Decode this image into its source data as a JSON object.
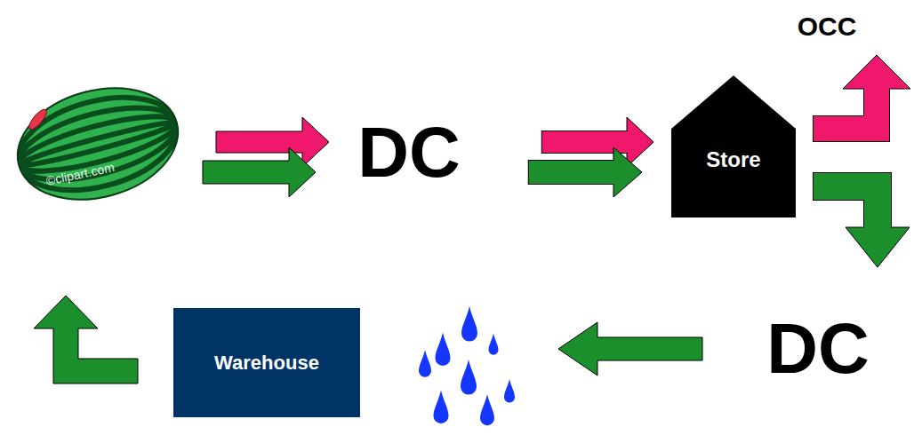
{
  "diagram": {
    "nodes": [
      {
        "text": [
          "DC"
        ]
      },
      {
        "text": [
          "Store"
        ]
      },
      {
        "text": [
          "OCC"
        ]
      },
      {
        "text": [
          "DC"
        ]
      },
      {
        "text": [
          "Warehouse"
        ]
      }
    ],
    "edges": [
      {
        "from": 0,
        "to": 1,
        "arrow": "to"
      },
      {
        "from": 0,
        "to": 1,
        "arrow": "to"
      },
      {
        "from": 1,
        "to": 2,
        "arrow": "to"
      },
      {
        "from": 1,
        "to": 3,
        "arrow": "to"
      }
    ],
    "labels": [
      "©clipart.com"
    ]
  }
}
